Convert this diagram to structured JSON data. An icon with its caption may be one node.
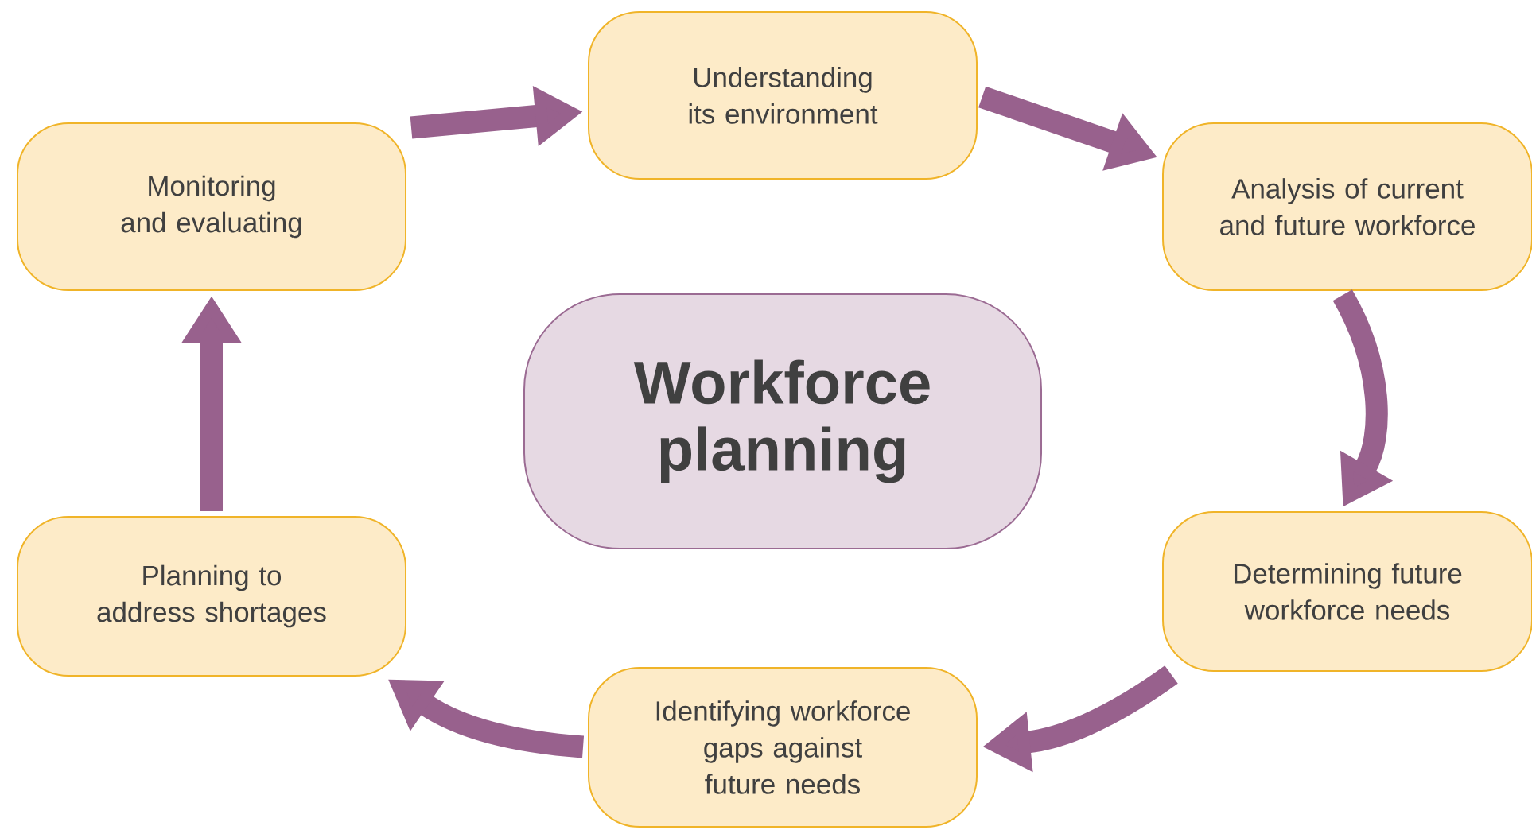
{
  "diagram": {
    "nodes": [
      {
        "text": [
          "Workforce planning"
        ]
      },
      {
        "text": [
          "Understanding its environment"
        ]
      },
      {
        "text": [
          "Analysis of current and future workforce"
        ]
      },
      {
        "text": [
          "Determining future workforce needs"
        ]
      },
      {
        "text": [
          "Identifying workforce gaps against future needs"
        ]
      },
      {
        "text": [
          "Planning to address shortages"
        ]
      },
      {
        "text": [
          "Monitoring and evaluating"
        ]
      }
    ],
    "edges": [
      {
        "from": 6,
        "to": 1,
        "arrow": "to"
      },
      {
        "from": 1,
        "to": 2,
        "arrow": "to"
      },
      {
        "from": 2,
        "to": 3,
        "arrow": "to"
      },
      {
        "from": 3,
        "to": 4,
        "arrow": "to"
      },
      {
        "from": 4,
        "to": 5,
        "arrow": "to"
      },
      {
        "from": 5,
        "to": 6,
        "arrow": "to"
      }
    ]
  }
}
